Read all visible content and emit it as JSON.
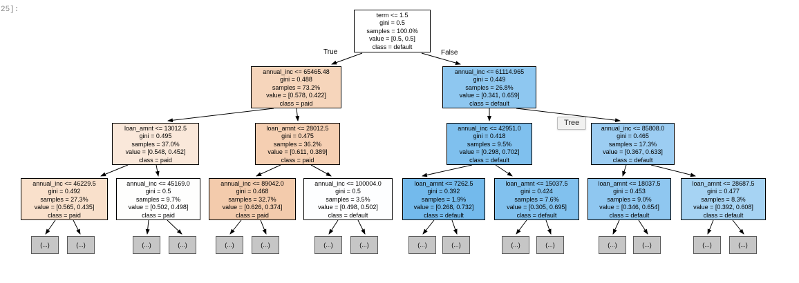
{
  "notebook": {
    "prompt": "25]:"
  },
  "tooltip": {
    "label": "Tree"
  },
  "edge_labels": {
    "true_label": "True",
    "false_label": "False"
  },
  "leaf": {
    "label": "(...)",
    "color": "#c6c6c6"
  },
  "tree": {
    "nodes": {
      "root": {
        "color": "#ffffff",
        "lines": [
          "term <= 1.5",
          "gini = 0.5",
          "samples = 100.0%",
          "value = [0.5, 0.5]",
          "class = default"
        ]
      },
      "l": {
        "color": "#f6d5bb",
        "lines": [
          "annual_inc <= 65465.48",
          "gini = 0.488",
          "samples = 73.2%",
          "value = [0.578, 0.422]",
          "class = paid"
        ]
      },
      "r": {
        "color": "#8ec7f0",
        "lines": [
          "annual_inc <= 61114.965",
          "gini = 0.449",
          "samples = 26.8%",
          "value = [0.341, 0.659]",
          "class = default"
        ]
      },
      "ll": {
        "color": "#fae8da",
        "lines": [
          "loan_amnt <= 13012.5",
          "gini = 0.495",
          "samples = 37.0%",
          "value = [0.548, 0.452]",
          "class = paid"
        ]
      },
      "lr": {
        "color": "#f5cfb2",
        "lines": [
          "loan_amnt <= 28012.5",
          "gini = 0.475",
          "samples = 36.2%",
          "value = [0.611, 0.389]",
          "class = paid"
        ]
      },
      "rl": {
        "color": "#7fc0ee",
        "lines": [
          "annual_inc <= 42951.0",
          "gini = 0.418",
          "samples = 9.5%",
          "value = [0.298, 0.702]",
          "class = default"
        ]
      },
      "rr": {
        "color": "#9ccdf2",
        "lines": [
          "annual_inc <= 85808.0",
          "gini = 0.465",
          "samples = 17.3%",
          "value = [0.367, 0.633]",
          "class = default"
        ]
      },
      "lll": {
        "color": "#f9e0cb",
        "lines": [
          "annual_inc <= 46229.5",
          "gini = 0.492",
          "samples = 27.3%",
          "value = [0.565, 0.435]",
          "class = paid"
        ]
      },
      "llr": {
        "color": "#fefefd",
        "lines": [
          "annual_inc <= 45169.0",
          "gini = 0.5",
          "samples = 9.7%",
          "value = [0.502, 0.498]",
          "class = paid"
        ]
      },
      "lrl": {
        "color": "#f3cbac",
        "lines": [
          "annual_inc <= 89042.0",
          "gini = 0.468",
          "samples = 32.7%",
          "value = [0.626, 0.374]",
          "class = paid"
        ]
      },
      "lrr": {
        "color": "#fdfeff",
        "lines": [
          "annual_inc <= 100004.0",
          "gini = 0.5",
          "samples = 3.5%",
          "value = [0.498, 0.502]",
          "class = default"
        ]
      },
      "rll": {
        "color": "#73baec",
        "lines": [
          "loan_amnt <= 7262.5",
          "gini = 0.392",
          "samples = 1.9%",
          "value = [0.268, 0.732]",
          "class = default"
        ]
      },
      "rlr": {
        "color": "#81c1ee",
        "lines": [
          "loan_amnt <= 15037.5",
          "gini = 0.424",
          "samples = 7.6%",
          "value = [0.305, 0.695]",
          "class = default"
        ]
      },
      "rrl": {
        "color": "#8fc7f0",
        "lines": [
          "loan_amnt <= 18037.5",
          "gini = 0.453",
          "samples = 9.0%",
          "value = [0.346, 0.654]",
          "class = default"
        ]
      },
      "rrr": {
        "color": "#a6d3f3",
        "lines": [
          "loan_amnt <= 28687.5",
          "gini = 0.477",
          "samples = 8.3%",
          "value = [0.392, 0.608]",
          "class = default"
        ]
      }
    }
  }
}
